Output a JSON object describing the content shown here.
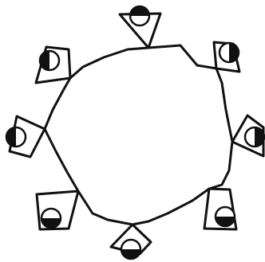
{
  "diagram": {
    "kind": "circular-arrangement",
    "node_count": 8,
    "node_symbol": "half-filled-circle-on-triangle",
    "colors": {
      "ink": "#111111",
      "paper": "#ffffff"
    },
    "nodes": [
      {
        "id": "node-1"
      },
      {
        "id": "node-2"
      },
      {
        "id": "node-3"
      },
      {
        "id": "node-4"
      },
      {
        "id": "node-5"
      },
      {
        "id": "node-6"
      },
      {
        "id": "node-7"
      },
      {
        "id": "node-8"
      }
    ]
  }
}
